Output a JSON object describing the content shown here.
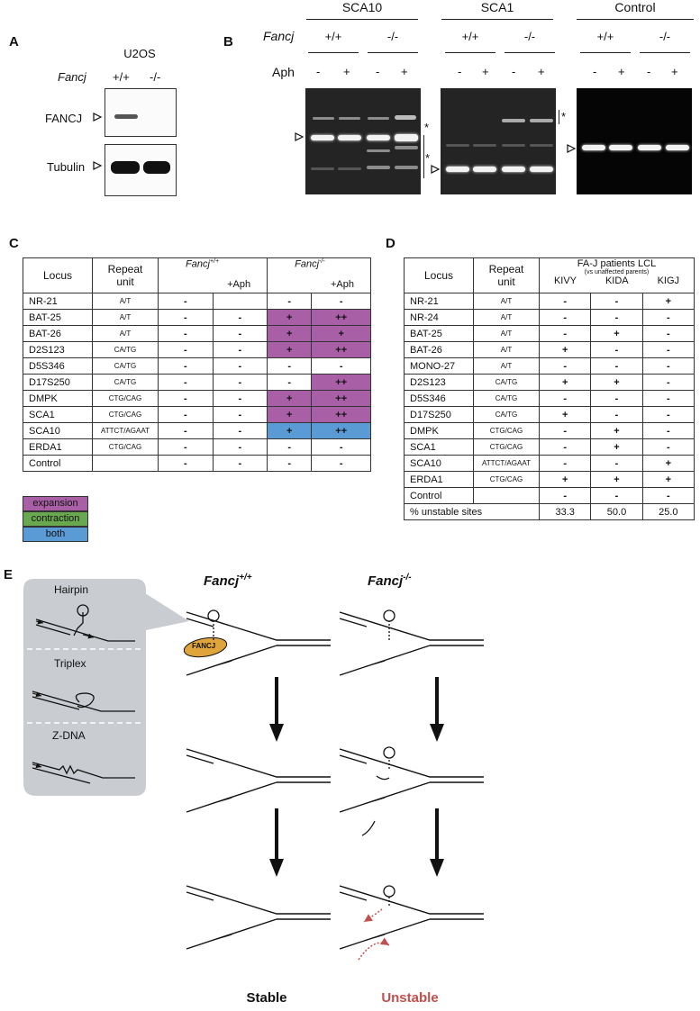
{
  "panelA": {
    "letter": "A",
    "cell_line": "U2OS",
    "gene": "Fancj",
    "genotypes": [
      "+/+",
      "-/-"
    ],
    "blots": [
      "FANCJ",
      "Tubulin"
    ]
  },
  "panelB": {
    "letter": "B",
    "gene": "Fancj",
    "treatment": "Aph",
    "groups": [
      "SCA10",
      "SCA1",
      "Control"
    ],
    "genotypes": [
      "+/+",
      "-/-"
    ],
    "aph_marks": [
      "-",
      "+"
    ],
    "asterisk": "*"
  },
  "panelC": {
    "letter": "C",
    "headers": {
      "locus": "Locus",
      "repeat": "Repeat unit",
      "wt": "Fancj+/+",
      "ko": "Fancj-/-",
      "aph": "+Aph"
    },
    "rows": [
      {
        "locus": "NR-21",
        "repeat": "A/T",
        "v": [
          "-",
          "",
          "-",
          "-"
        ]
      },
      {
        "locus": "BAT-25",
        "repeat": "A/T",
        "v": [
          "-",
          "-",
          "+",
          "++"
        ]
      },
      {
        "locus": "BAT-26",
        "repeat": "A/T",
        "v": [
          "-",
          "-",
          "+",
          "+"
        ]
      },
      {
        "locus": "D2S123",
        "repeat": "CA/TG",
        "v": [
          "-",
          "-",
          "+",
          "++"
        ]
      },
      {
        "locus": "D5S346",
        "repeat": "CA/TG",
        "v": [
          "-",
          "-",
          "-",
          "-"
        ]
      },
      {
        "locus": "D17S250",
        "repeat": "CA/TG",
        "v": [
          "-",
          "-",
          "-",
          "++"
        ]
      },
      {
        "locus": "DMPK",
        "repeat": "CTG/CAG",
        "v": [
          "-",
          "-",
          "+",
          "++"
        ]
      },
      {
        "locus": "SCA1",
        "repeat": "CTG/CAG",
        "v": [
          "-",
          "-",
          "+",
          "++"
        ]
      },
      {
        "locus": "SCA10",
        "repeat": "ATTCT/AGAAT",
        "v": [
          "-",
          "-",
          "+",
          "++"
        ]
      },
      {
        "locus": "ERDA1",
        "repeat": "CTG/CAG",
        "v": [
          "-",
          "-",
          "-",
          "-"
        ]
      },
      {
        "locus": "Control",
        "repeat": "",
        "v": [
          "-",
          "-",
          "-",
          "-"
        ]
      }
    ],
    "legend": [
      "expansion",
      "contraction",
      "both"
    ],
    "colors": {
      "expansion": "#a85fa5",
      "contraction": "#6aa84f",
      "both": "#5a9bd5"
    }
  },
  "panelD": {
    "letter": "D",
    "headers": {
      "locus": "Locus",
      "repeat": "Repeat unit",
      "group": "FA-J patients LCL",
      "sub": "(vs unaffected parents)",
      "patients": [
        "KIVY",
        "KIDA",
        "KIGJ"
      ]
    },
    "rows": [
      {
        "locus": "NR-21",
        "repeat": "A/T",
        "v": [
          "-",
          "-",
          "+"
        ]
      },
      {
        "locus": "NR-24",
        "repeat": "A/T",
        "v": [
          "-",
          "-",
          "-"
        ]
      },
      {
        "locus": "BAT-25",
        "repeat": "A/T",
        "v": [
          "-",
          "+",
          "-"
        ]
      },
      {
        "locus": "BAT-26",
        "repeat": "A/T",
        "v": [
          "+",
          "-",
          "-"
        ]
      },
      {
        "locus": "MONO-27",
        "repeat": "A/T",
        "v": [
          "-",
          "-",
          "-"
        ]
      },
      {
        "locus": "D2S123",
        "repeat": "CA/TG",
        "v": [
          "+",
          "+",
          "-"
        ]
      },
      {
        "locus": "D5S346",
        "repeat": "CA/TG",
        "v": [
          "-",
          "-",
          "-"
        ]
      },
      {
        "locus": "D17S250",
        "repeat": "CA/TG",
        "v": [
          "+",
          "-",
          "-"
        ]
      },
      {
        "locus": "DMPK",
        "repeat": "CTG/CAG",
        "v": [
          "-",
          "+",
          "-"
        ]
      },
      {
        "locus": "SCA1",
        "repeat": "CTG/CAG",
        "v": [
          "-",
          "+",
          "-"
        ]
      },
      {
        "locus": "SCA10",
        "repeat": "ATTCT/AGAAT",
        "v": [
          "-",
          "-",
          "+"
        ]
      },
      {
        "locus": "ERDA1",
        "repeat": "CTG/CAG",
        "v": [
          "+",
          "+",
          "+"
        ]
      },
      {
        "locus": "Control",
        "repeat": "",
        "v": [
          "-",
          "-",
          "-"
        ]
      }
    ],
    "footer": {
      "label": "% unstable sites",
      "values": [
        "33.3",
        "50.0",
        "25.0"
      ]
    }
  },
  "panelE": {
    "letter": "E",
    "structures": [
      "Hairpin",
      "Triplex",
      "Z-DNA"
    ],
    "col_wt": "Fancj+/+",
    "col_ko": "Fancj-/-",
    "protein": "FANCJ",
    "outcome_wt": "Stable",
    "outcome_ko": "Unstable",
    "colors": {
      "fancj": "#e0a53a",
      "unstable": "#c0504d",
      "inset": "#c9ccd1"
    }
  }
}
